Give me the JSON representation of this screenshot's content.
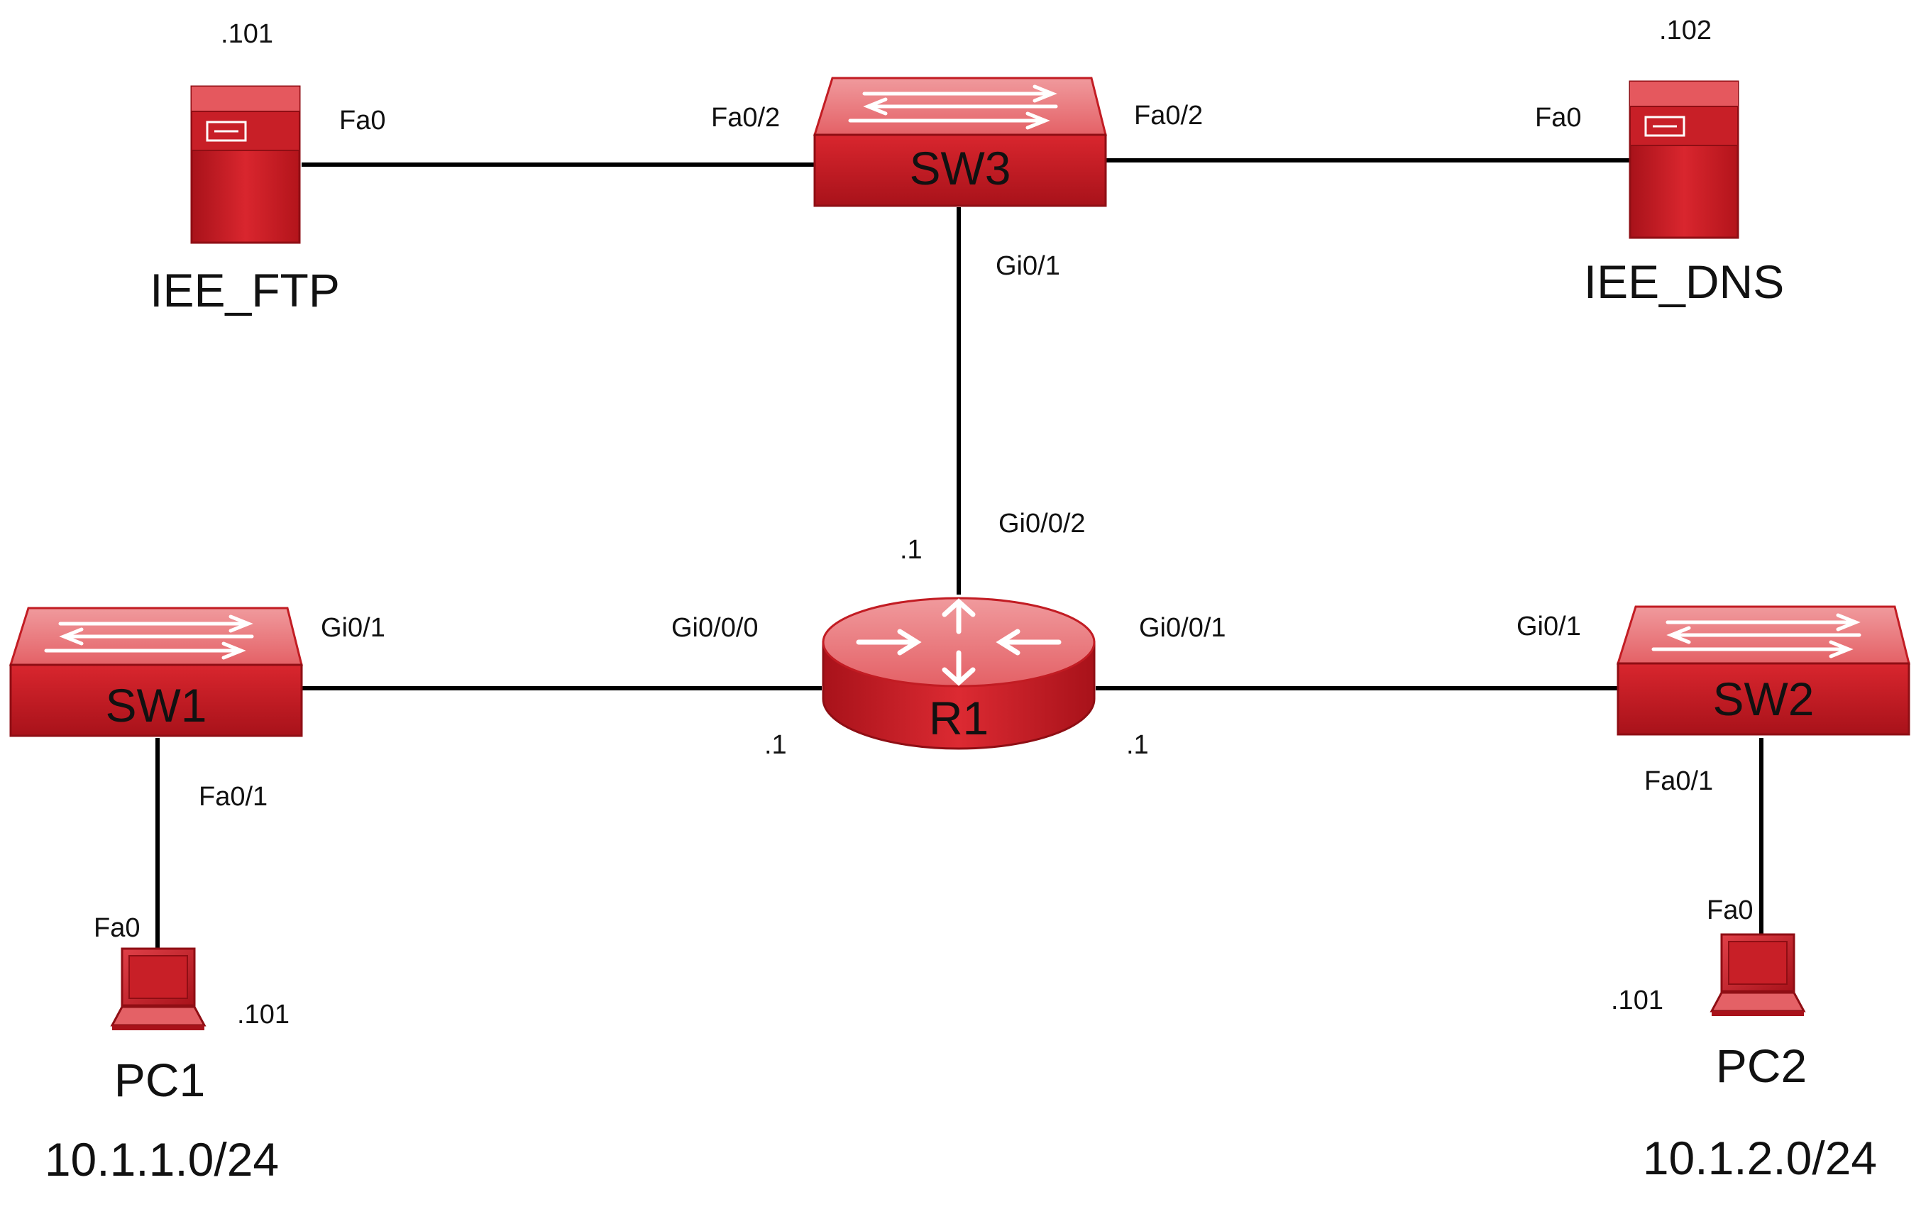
{
  "colors": {
    "device_dark": "#b3141b",
    "device_mid": "#d9262e",
    "device_light": "#e86a6f",
    "device_top": "#ee8a8d",
    "link": "#000000",
    "arrow": "#ffffff"
  },
  "devices": {
    "ftp_server": {
      "label": "IEE_FTP",
      "ip_suffix": ".101",
      "port": "Fa0",
      "icon": "server-icon"
    },
    "dns_server": {
      "label": "IEE_DNS",
      "ip_suffix": ".102",
      "port": "Fa0",
      "icon": "server-icon"
    },
    "sw3": {
      "name": "SW3",
      "port_left": "Fa0/2",
      "port_right": "Fa0/2",
      "port_down": "Gi0/1",
      "icon": "switch-icon"
    },
    "r1": {
      "name": "R1",
      "port_up": "Gi0/0/2",
      "ip_up": ".1",
      "port_left": "Gi0/0/0",
      "ip_left": ".1",
      "port_right": "Gi0/0/1",
      "ip_right": ".1",
      "icon": "router-icon"
    },
    "sw1": {
      "name": "SW1",
      "port_right": "Gi0/1",
      "port_down": "Fa0/1",
      "icon": "switch-icon"
    },
    "sw2": {
      "name": "SW2",
      "port_left": "Gi0/1",
      "port_down": "Fa0/1",
      "icon": "switch-icon"
    },
    "pc1": {
      "label": "PC1",
      "port": "Fa0",
      "ip_suffix": ".101",
      "subnet": "10.1.1.0/24",
      "icon": "laptop-icon"
    },
    "pc2": {
      "label": "PC2",
      "port": "Fa0",
      "ip_suffix": ".101",
      "subnet": "10.1.2.0/24",
      "icon": "laptop-icon"
    }
  }
}
